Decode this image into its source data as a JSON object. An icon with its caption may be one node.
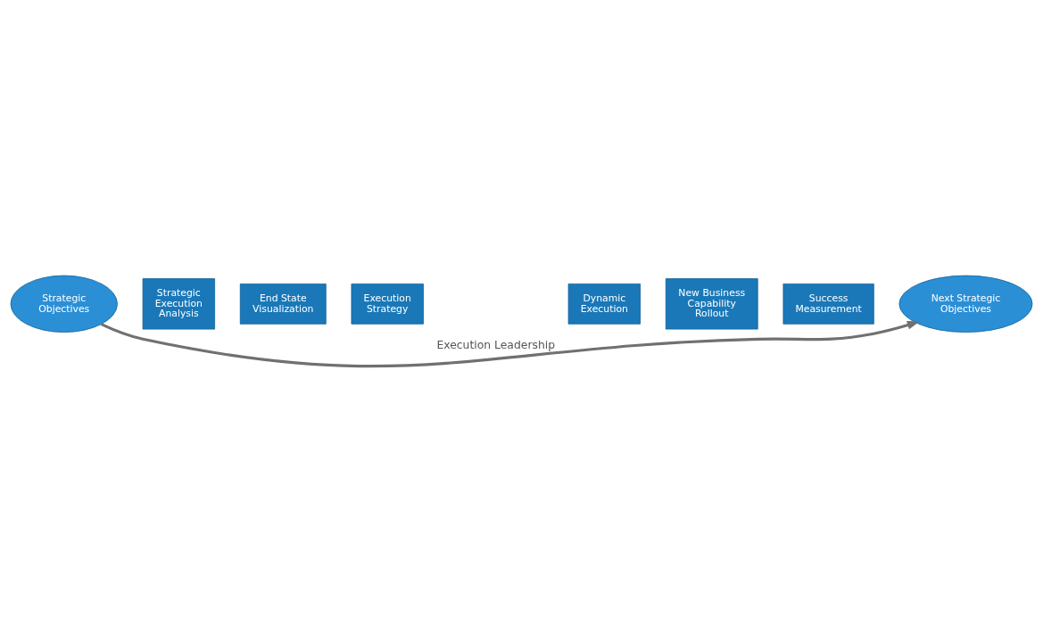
{
  "diagram": {
    "nodes": [
      {
        "text": [
          "Strategic Objectives"
        ]
      },
      {
        "text": [
          "Strategic Execution Analysis"
        ]
      },
      {
        "text": [
          "End State Visualization"
        ]
      },
      {
        "text": [
          "Execution Strategy"
        ]
      },
      {
        "text": [
          "Dynamic Execution"
        ]
      },
      {
        "text": [
          "New Business Capability Rollout"
        ]
      },
      {
        "text": [
          "Success Measurement"
        ]
      },
      {
        "text": [
          "Next Strategic Objectives"
        ]
      }
    ],
    "edges": [
      {
        "from": 0,
        "to": 7,
        "arrow": "to",
        "label": "Execution Leadership"
      }
    ]
  }
}
